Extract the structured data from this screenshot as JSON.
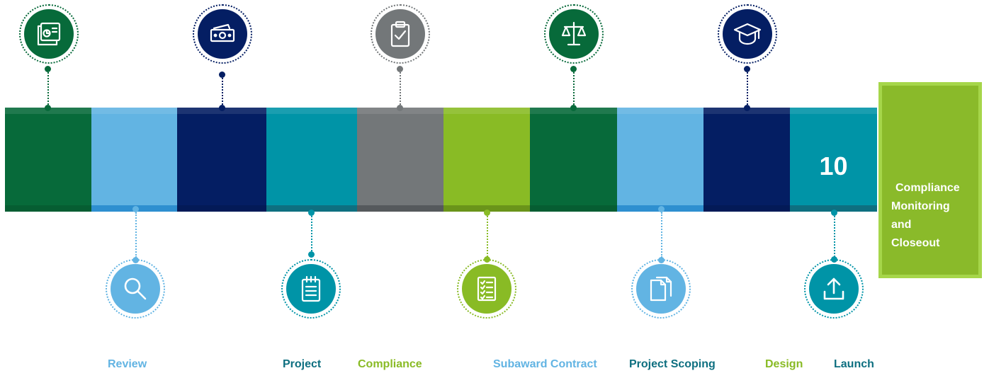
{
  "colors": {
    "dark_green": "#076a3a",
    "light_blue": "#62b4e3",
    "navy": "#041e63",
    "teal": "#0094a7",
    "gray": "#737779",
    "lime": "#89bb25"
  },
  "timeline": {
    "step_number": "10"
  },
  "icons": {
    "top": [
      "presentation-chart-icon",
      "money-bill-icon",
      "clipboard-check-icon",
      "scales-icon",
      "graduation-cap-icon"
    ],
    "bottom": [
      "search-icon",
      "notepad-icon",
      "checklist-icon",
      "documents-icon",
      "upload-icon"
    ]
  },
  "labels": {
    "review": "Review",
    "project": "Project",
    "compliance": "Compliance",
    "subaward_contract": "Subaward Contract",
    "project_scoping": "Project Scoping",
    "design": "Design",
    "launch": "Launch"
  },
  "callout": {
    "lines": [
      "Compliance",
      "Monitoring",
      "and",
      "Closeout"
    ]
  }
}
